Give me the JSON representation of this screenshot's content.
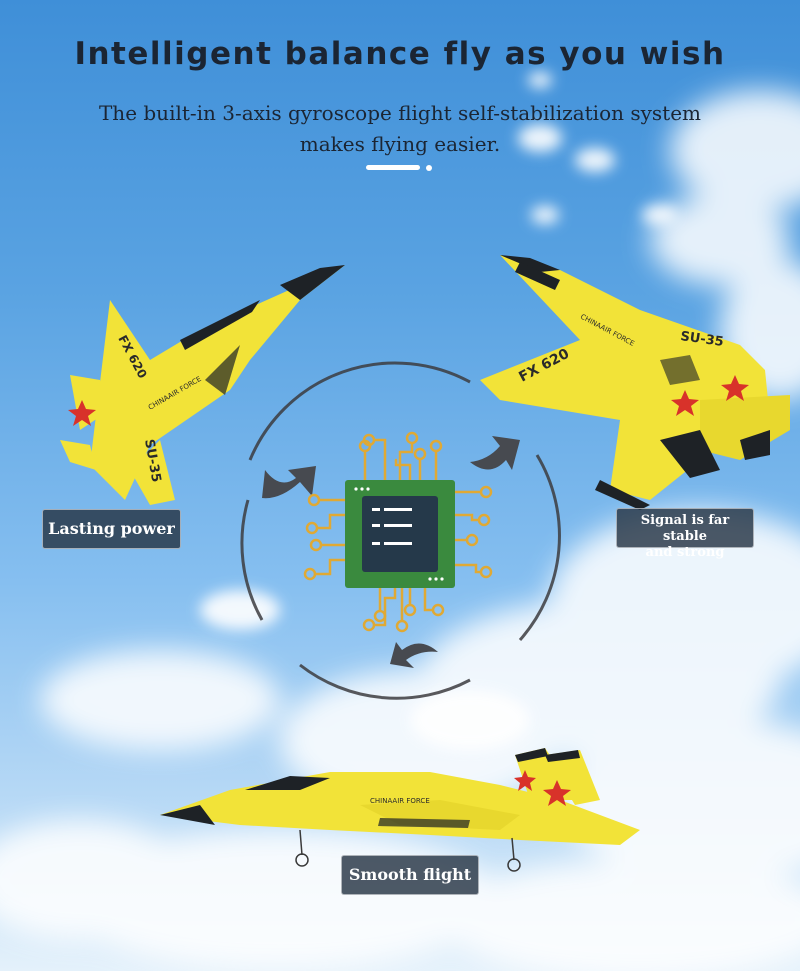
{
  "headline": "Intelligent balance fly as you wish",
  "subline_1": "The built-in 3-axis gyroscope flight self-stabilization system",
  "subline_2": "makes flying easier.",
  "features": {
    "lasting_power": "Lasting power",
    "signal_line1": "Signal is far stable",
    "signal_line2": "and strong",
    "smooth_flight": "Smooth flight"
  },
  "plane_markings": {
    "model": "FX 620",
    "type": "SU-35",
    "brand": "CHINAAIR FORCE"
  },
  "colors": {
    "plane_yellow": "#f2e338",
    "plane_dark": "#1e2226",
    "star_red": "#d8322a",
    "chip_green": "#3a8a3e",
    "chip_core": "#25394a",
    "circuit_gold": "#e0a934"
  },
  "icons": [
    "rotation-arrow-icon",
    "chip-icon",
    "gyro-ring-icon"
  ]
}
